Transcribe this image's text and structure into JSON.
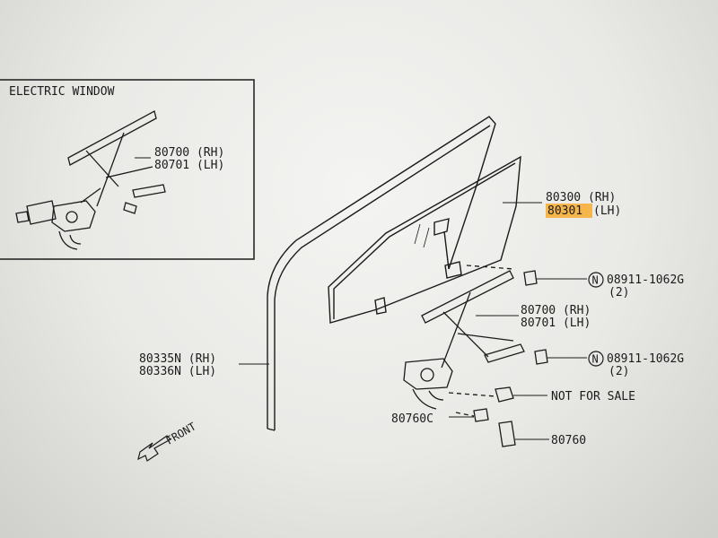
{
  "inset": {
    "title": "ELECTRIC WINDOW",
    "regulator_rh": "80700 (RH)",
    "regulator_lh": "80701 (LH)"
  },
  "callouts": {
    "glass_rh": "80300 (RH)",
    "glass_lh_number": "80301",
    "glass_lh_suffix": "(LH)",
    "bolt_1": "08911-1062G",
    "bolt_1_qty": "(2)",
    "bolt_2": "08911-1062G",
    "bolt_2_qty": "(2)",
    "regulator_rh": "80700 (RH)",
    "regulator_lh": "80701 (LH)",
    "run_rh": "80335N (RH)",
    "run_lh": "80336N (LH)",
    "not_for_sale": "NOT FOR SALE",
    "part_80760c": "80760C",
    "part_80760": "80760",
    "n_symbol": "N",
    "front": "FRONT"
  },
  "colors": {
    "ink": "#1b1b1b",
    "highlight": "#f7b03a"
  }
}
